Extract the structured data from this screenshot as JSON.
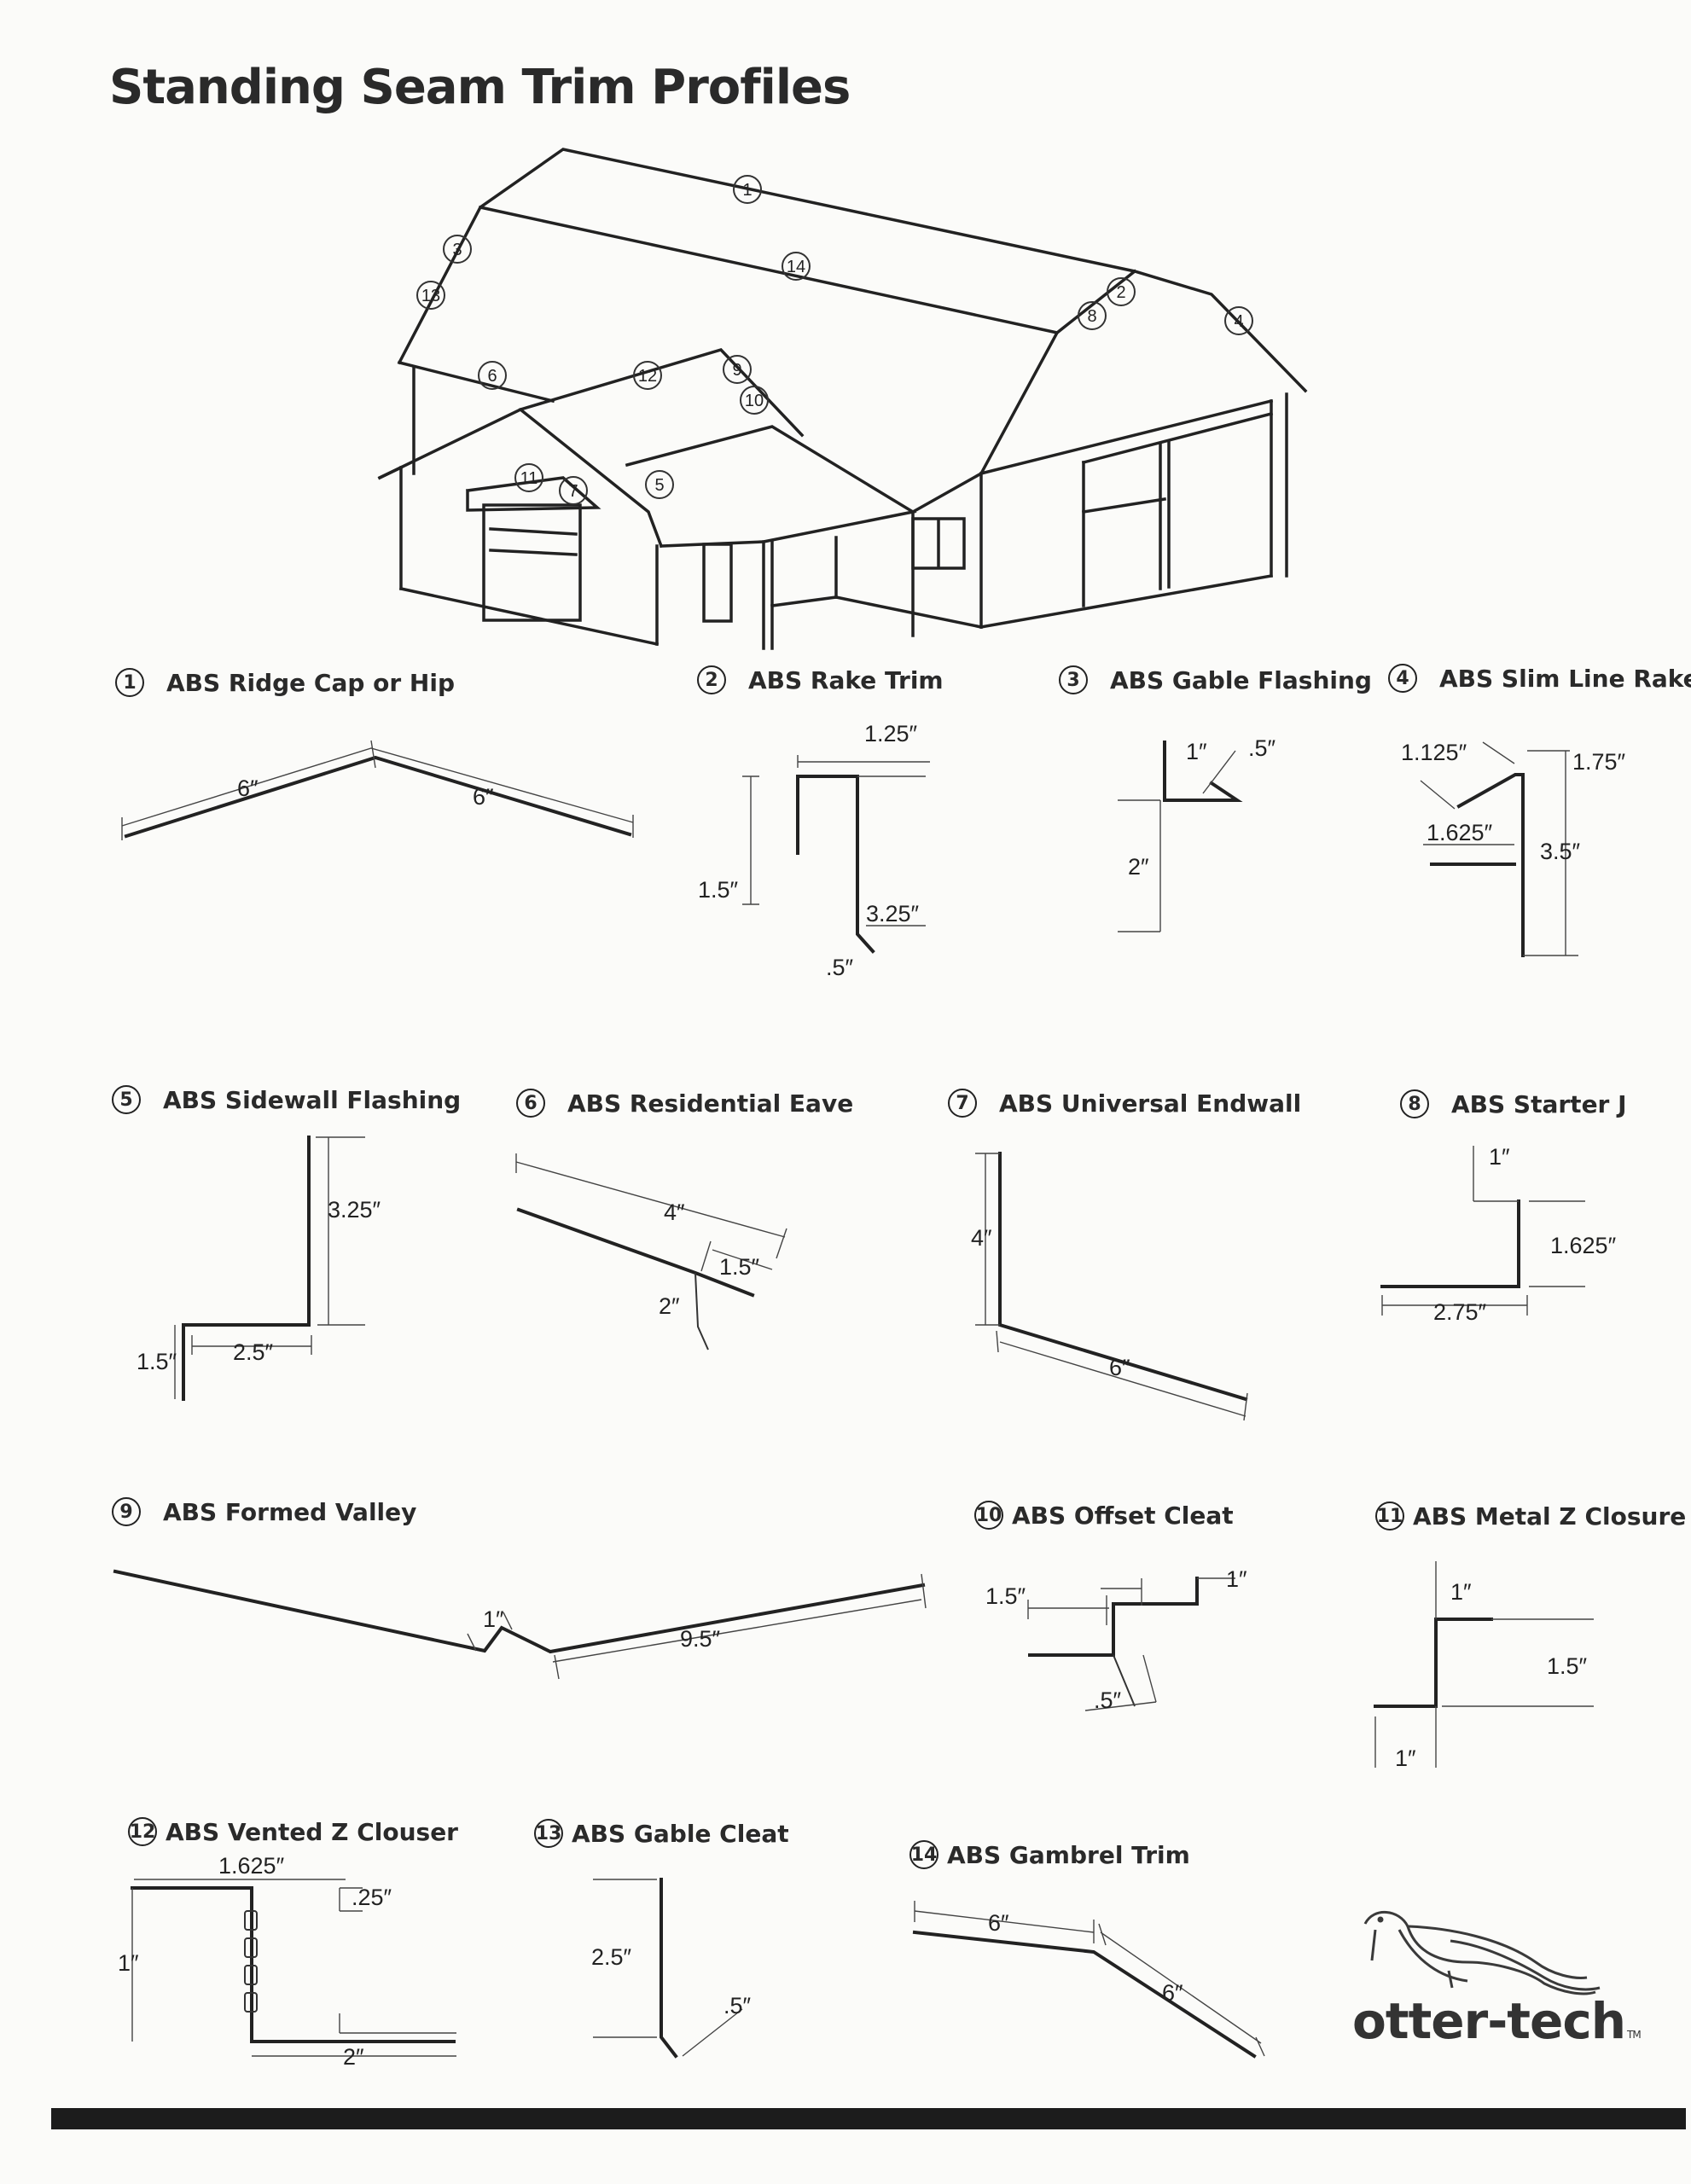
{
  "title": "Standing Seam Trim Profiles",
  "house_callouts": [
    "1",
    "2",
    "3",
    "4",
    "5",
    "6",
    "7",
    "8",
    "9",
    "10",
    "11",
    "12",
    "13",
    "14"
  ],
  "profiles": [
    {
      "num": "1",
      "label": "ABS Ridge Cap or Hip",
      "dims": [
        "6″",
        "6″"
      ]
    },
    {
      "num": "2",
      "label": "ABS Rake Trim",
      "dims": [
        "1.25″",
        "1.5″",
        "3.25″",
        ".5″"
      ]
    },
    {
      "num": "3",
      "label": "ABS Gable Flashing",
      "dims": [
        "1″",
        ".5″",
        "2″"
      ]
    },
    {
      "num": "4",
      "label": "ABS Slim Line Rake",
      "dims": [
        "1.125″",
        "1.75″",
        "1.625″",
        "3.5″"
      ]
    },
    {
      "num": "5",
      "label": "ABS Sidewall Flashing",
      "dims": [
        "3.25″",
        "1.5″",
        "2.5″"
      ]
    },
    {
      "num": "6",
      "label": "ABS Residential Eave",
      "dims": [
        "4″",
        "1.5″",
        "2″"
      ]
    },
    {
      "num": "7",
      "label": "ABS Universal Endwall",
      "dims": [
        "4″",
        "6″"
      ]
    },
    {
      "num": "8",
      "label": "ABS Starter J",
      "dims": [
        "1″",
        "1.625″",
        "2.75″"
      ]
    },
    {
      "num": "9",
      "label": "ABS Formed Valley",
      "dims": [
        "1″",
        "9.5″"
      ]
    },
    {
      "num": "10",
      "label": "ABS Offset Cleat",
      "dims": [
        "1.5″",
        "1″",
        ".5″"
      ]
    },
    {
      "num": "11",
      "label": "ABS Metal Z Closure",
      "dims": [
        "1″",
        "1.5″",
        "1″"
      ]
    },
    {
      "num": "12",
      "label": "ABS Vented Z Clouser",
      "dims": [
        "1.625″",
        ".25″",
        "1″",
        "2″"
      ]
    },
    {
      "num": "13",
      "label": "ABS Gable Cleat",
      "dims": [
        "2.5″",
        ".5″"
      ]
    },
    {
      "num": "14",
      "label": "ABS Gambrel Trim",
      "dims": [
        "6″",
        "6″"
      ]
    }
  ],
  "logo": {
    "text": "otter-tech",
    "mark": "TM"
  }
}
